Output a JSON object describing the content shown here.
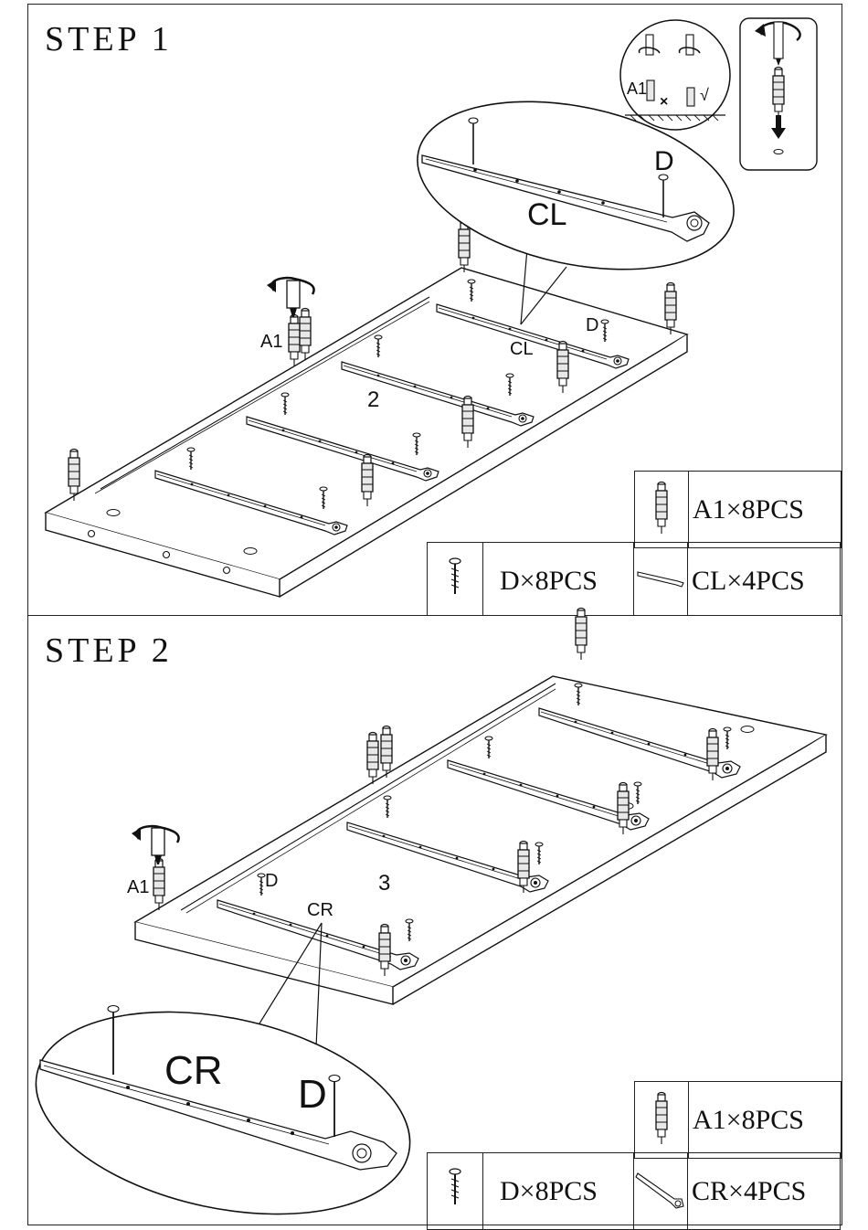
{
  "step1": {
    "title": "STEP 1",
    "zoom_labels": {
      "part": "D",
      "rail": "CL"
    },
    "inset_labels": {
      "dowel": "A1",
      "wrong": "×",
      "right": "√"
    },
    "board_labels": {
      "dowel": "A1",
      "screw": "D",
      "rail": "CL",
      "panel": "2"
    },
    "parts": [
      {
        "icon": "cam-dowel-icon",
        "text": "A1×8PCS"
      },
      {
        "icon": "screw-icon",
        "text": "D×8PCS"
      },
      {
        "icon": "rail-cl-icon",
        "text": "CL×4PCS"
      }
    ]
  },
  "step2": {
    "title": "STEP 2",
    "zoom_labels": {
      "rail": "CR",
      "part": "D"
    },
    "board_labels": {
      "dowel": "A1",
      "screw": "D",
      "rail": "CR",
      "panel": "3"
    },
    "parts": [
      {
        "icon": "cam-dowel-icon",
        "text": "A1×8PCS"
      },
      {
        "icon": "screw-icon",
        "text": "D×8PCS"
      },
      {
        "icon": "rail-cr-icon",
        "text": "CR×4PCS"
      }
    ]
  }
}
